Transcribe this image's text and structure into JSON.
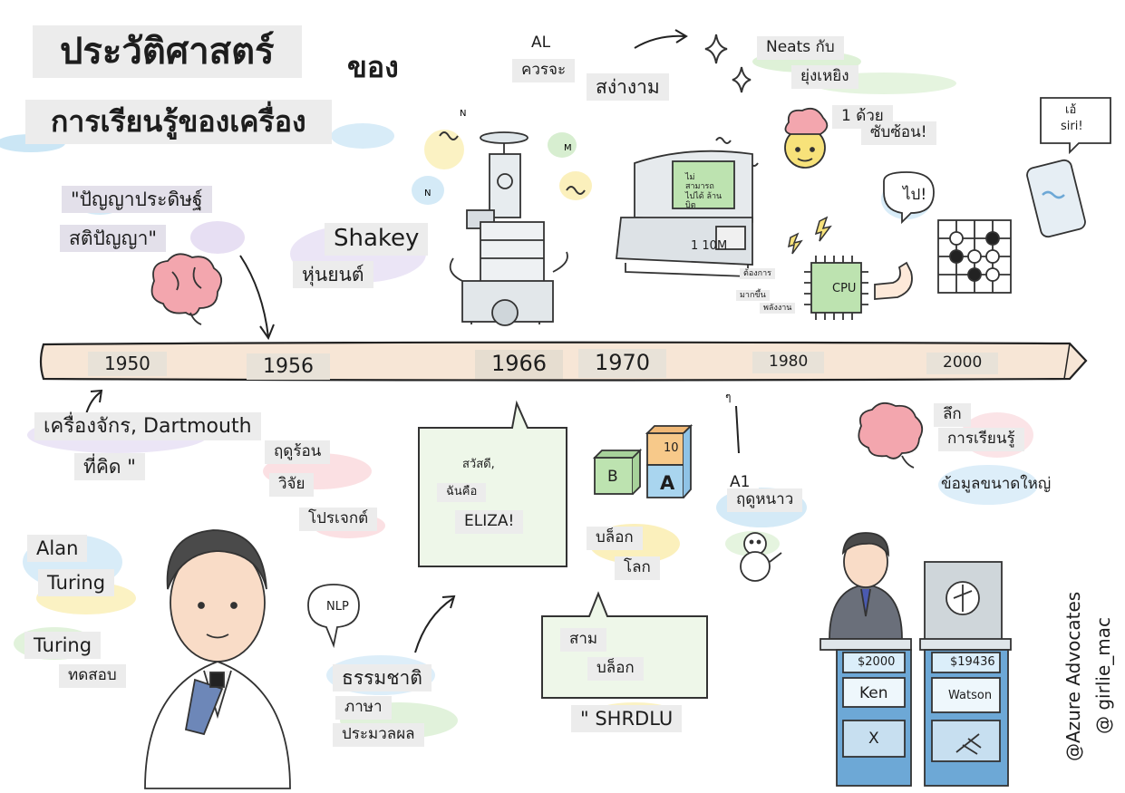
{
  "title": {
    "line1": "ประวัติศาสตร์",
    "word2": "ของ",
    "line2": "การเรียนรู้ของเครื่อง"
  },
  "timeline": {
    "years": [
      "1950",
      "1956",
      "1966",
      "1970",
      "1980",
      "2000"
    ]
  },
  "topics": {
    "ai_quote_1": "\"ปัญญาประดิษฐ์",
    "ai_quote_2": "สติปัญญา\"",
    "shakey_1": "Shakey",
    "shakey_2": "หุ่นยนต์",
    "al": "AL",
    "scruffy_1": "ควรจะ",
    "scruffy_2": "สง่างาม",
    "neats_1": "Neats กับ",
    "neats_2": "ยุ่งเหยิง",
    "neats_3": "1 ด้วย",
    "neats_4": "ซับซ้อน!",
    "siri_1": "เอ้",
    "siri_2": "siri!",
    "go_bubble": "ไป!",
    "computer_screen": "ไม่สามารถ ไปได้ ล้านบิต",
    "computer_label": "1 10M",
    "needs_1": "ต้องการ",
    "needs_2": "มากขึ้น",
    "needs_3": "พลังงาน",
    "cpu": "CPU",
    "dartmouth_1": "เครื่องจักร, Dartmouth",
    "dartmouth_2": "ที่คิด \"",
    "summer_1": "ฤดูร้อน",
    "summer_2": "วิจัย",
    "summer_3": "โปรเจกต์",
    "eliza_1": "สวัสดี,",
    "eliza_2": "ฉันคือ",
    "eliza_3": "ELIZA!",
    "block_b": "B",
    "block_10": "10",
    "block_a": "A",
    "blocks_1": "บล็อก",
    "blocks_2": "โลก",
    "shrdlu_1": "สาม",
    "shrdlu_2": "บล็อก",
    "shrdlu_3": "\" SHRDLU",
    "ai_winter_1": "A1",
    "ai_winter_2": "ฤดูหนาว",
    "deep_1": "ลึก",
    "deep_2": "การเรียนรู้",
    "deep_3": "ข้อมูลขนาดใหญ่",
    "alan_1": "Alan",
    "alan_2": "Turing",
    "turing_1": "Turing",
    "turing_2": "ทดสอบ",
    "nlp": "NLP",
    "natural_1": "ธรรมชาติ",
    "natural_2": "ภาษา",
    "natural_3": "ประมวลผล",
    "ken_score": "$2000",
    "ken": "Ken",
    "watson_score": "$19436",
    "watson": "Watson",
    "ken_x": "X"
  },
  "credits": {
    "azure": "@Azure Advocates",
    "girlie": "@ girlie_mac"
  },
  "colors": {
    "timeline_fill": "#f7e6d6",
    "label_bg": "#ececec",
    "brain": "#f3a6ae",
    "accent_yellow": "#f7e27a",
    "accent_blue": "#a9d5ef",
    "accent_green": "#bde3b0",
    "accent_purple": "#d3c5ea",
    "podium_blue": "#6da8d6"
  }
}
